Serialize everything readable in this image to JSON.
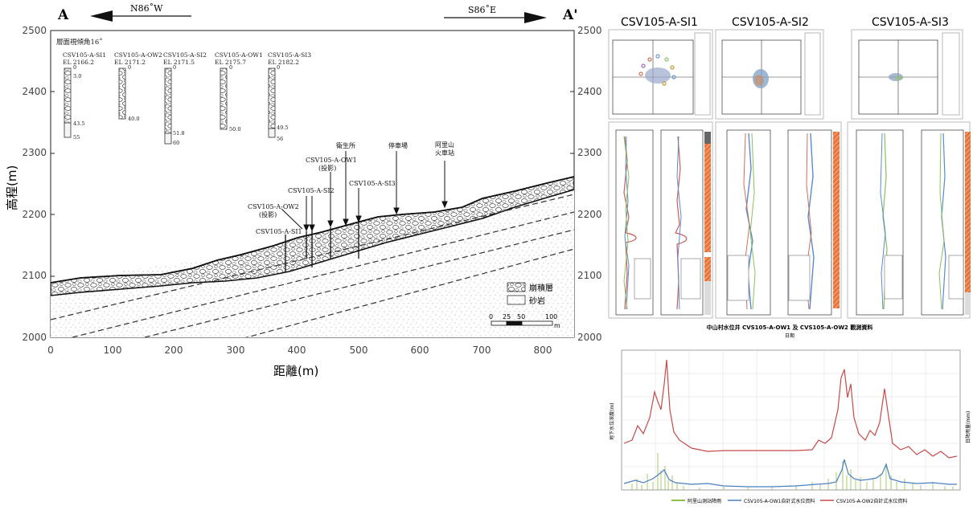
{
  "section": {
    "end_left": "A",
    "end_right": "A'",
    "dir_left": "N86˚W",
    "dir_right": "S86˚E",
    "y_axis_label": "高程(m)",
    "x_axis_label": "距離(m)",
    "y_ticks": [
      "2500",
      "2400",
      "2300",
      "2200",
      "2100",
      "2000"
    ],
    "x_ticks": [
      "0",
      "100",
      "200",
      "300",
      "400",
      "500",
      "600",
      "700",
      "800"
    ],
    "note": "層面視傾角16˚",
    "boreholes": [
      {
        "name": "CSV105-A-SI1",
        "el": "EL 2166.2",
        "depths": [
          "0",
          "3.0",
          "43.5",
          "55"
        ]
      },
      {
        "name": "CSV105-A-OW2",
        "el": "EL 2171.2",
        "depths": [
          "0",
          "40.0"
        ]
      },
      {
        "name": "CSV105-A-SI2",
        "el": "EL 2171.5",
        "depths": [
          "0",
          "51.8",
          "60"
        ]
      },
      {
        "name": "CSV105-A-OW1",
        "el": "EL 2175.7",
        "depths": [
          "0",
          "50.0"
        ]
      },
      {
        "name": "CSV105-A-SI3",
        "el": "EL 2182.2",
        "depths": [
          "0",
          "49.5",
          "56"
        ]
      }
    ],
    "callouts": {
      "si1": "CSV105-A-SI1",
      "ow2": "CSV105-A-OW2",
      "ow2_sub": "(投影)",
      "si2": "CSV105-A-SI2",
      "ow1": "CSV105-A-OW1",
      "ow1_sub": "(投影)",
      "si3": "CSV105-A-SI3",
      "clinic": "衛生所",
      "parking": "停車場",
      "station1": "阿里山",
      "station2": "火車站"
    },
    "legend": {
      "colluvium": "崩積層",
      "sandstone": "砂岩"
    },
    "scale": {
      "ticks": [
        "0",
        "25",
        "50",
        "100"
      ],
      "unit": "m"
    }
  },
  "panels": {
    "titles": [
      "CSV105-A-SI1",
      "CSV105-A-SI2",
      "CSV105-A-SI3"
    ]
  },
  "timeseries": {
    "title": "中山村水位井 CVS105-A-OW1 及 CVS105-A-OW2 觀測資料",
    "x_title": "日期",
    "left_axis": "地下水位深度(m)",
    "right_axis": "日降雨量(mm)",
    "legend": [
      "阿里山測站降雨",
      "CSV105-A-OW1自計式水位資料",
      "CSV105-A-OW2自計式水位資料"
    ],
    "colors": {
      "rain": "#8fbf4a",
      "ow1": "#4a7fc0",
      "ow2": "#c84a4a"
    }
  }
}
